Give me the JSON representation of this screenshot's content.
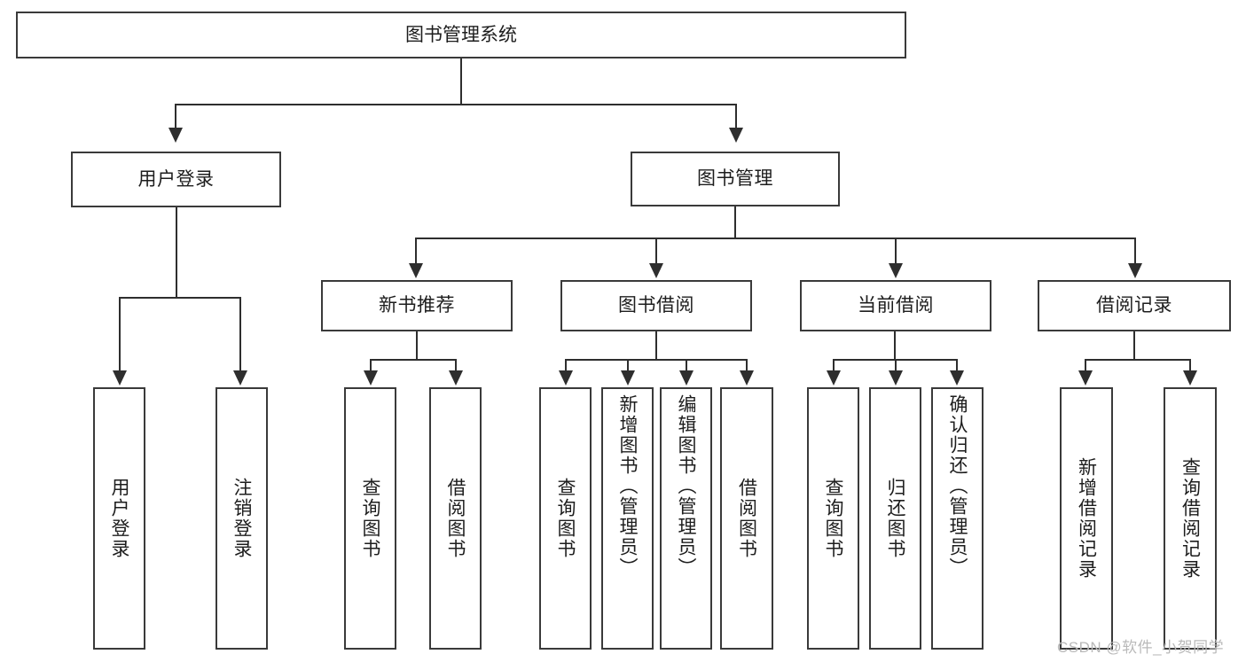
{
  "diagram": {
    "title": "图书管理系统",
    "type": "functional-structure-tree",
    "root": {
      "label": "图书管理系统",
      "id": "root"
    },
    "level1": [
      {
        "id": "user-login",
        "label": "用户登录"
      },
      {
        "id": "book-management",
        "label": "图书管理"
      }
    ],
    "level2": [
      {
        "id": "new-book-recommend",
        "label": "新书推荐",
        "parent": "book-management"
      },
      {
        "id": "book-borrow",
        "label": "图书借阅",
        "parent": "book-management"
      },
      {
        "id": "current-borrow",
        "label": "当前借阅",
        "parent": "book-management"
      },
      {
        "id": "borrow-record",
        "label": "借阅记录",
        "parent": "book-management"
      }
    ],
    "leaves": {
      "user-login": [
        {
          "id": "leaf-user-login",
          "label": "用户登录"
        },
        {
          "id": "leaf-logout-login",
          "label": "注销登录"
        }
      ],
      "new-book-recommend": [
        {
          "id": "leaf-query-book-1",
          "label": "查询图书"
        },
        {
          "id": "leaf-borrow-book-1",
          "label": "借阅图书"
        }
      ],
      "book-borrow": [
        {
          "id": "leaf-query-book-2",
          "label": "查询图书"
        },
        {
          "id": "leaf-add-book",
          "label": "新增图书（管理员）"
        },
        {
          "id": "leaf-edit-book",
          "label": "编辑图书（管理员）"
        },
        {
          "id": "leaf-borrow-book-2",
          "label": "借阅图书"
        }
      ],
      "current-borrow": [
        {
          "id": "leaf-query-book-3",
          "label": "查询图书"
        },
        {
          "id": "leaf-return-book",
          "label": "归还图书"
        },
        {
          "id": "leaf-confirm-return",
          "label": "确认归还（管理员）"
        }
      ],
      "borrow-record": [
        {
          "id": "leaf-add-record",
          "label": "新增借阅记录"
        },
        {
          "id": "leaf-query-record",
          "label": "查询借阅记录"
        }
      ]
    }
  },
  "watermark": {
    "text": "CSDN @软件_小贺同学"
  },
  "colors": {
    "box_border": "#3a3a3a",
    "connector": "#2e2e2e",
    "text": "#1d1d1d",
    "background": "#ffffff",
    "watermark": "#b9b9b9"
  }
}
